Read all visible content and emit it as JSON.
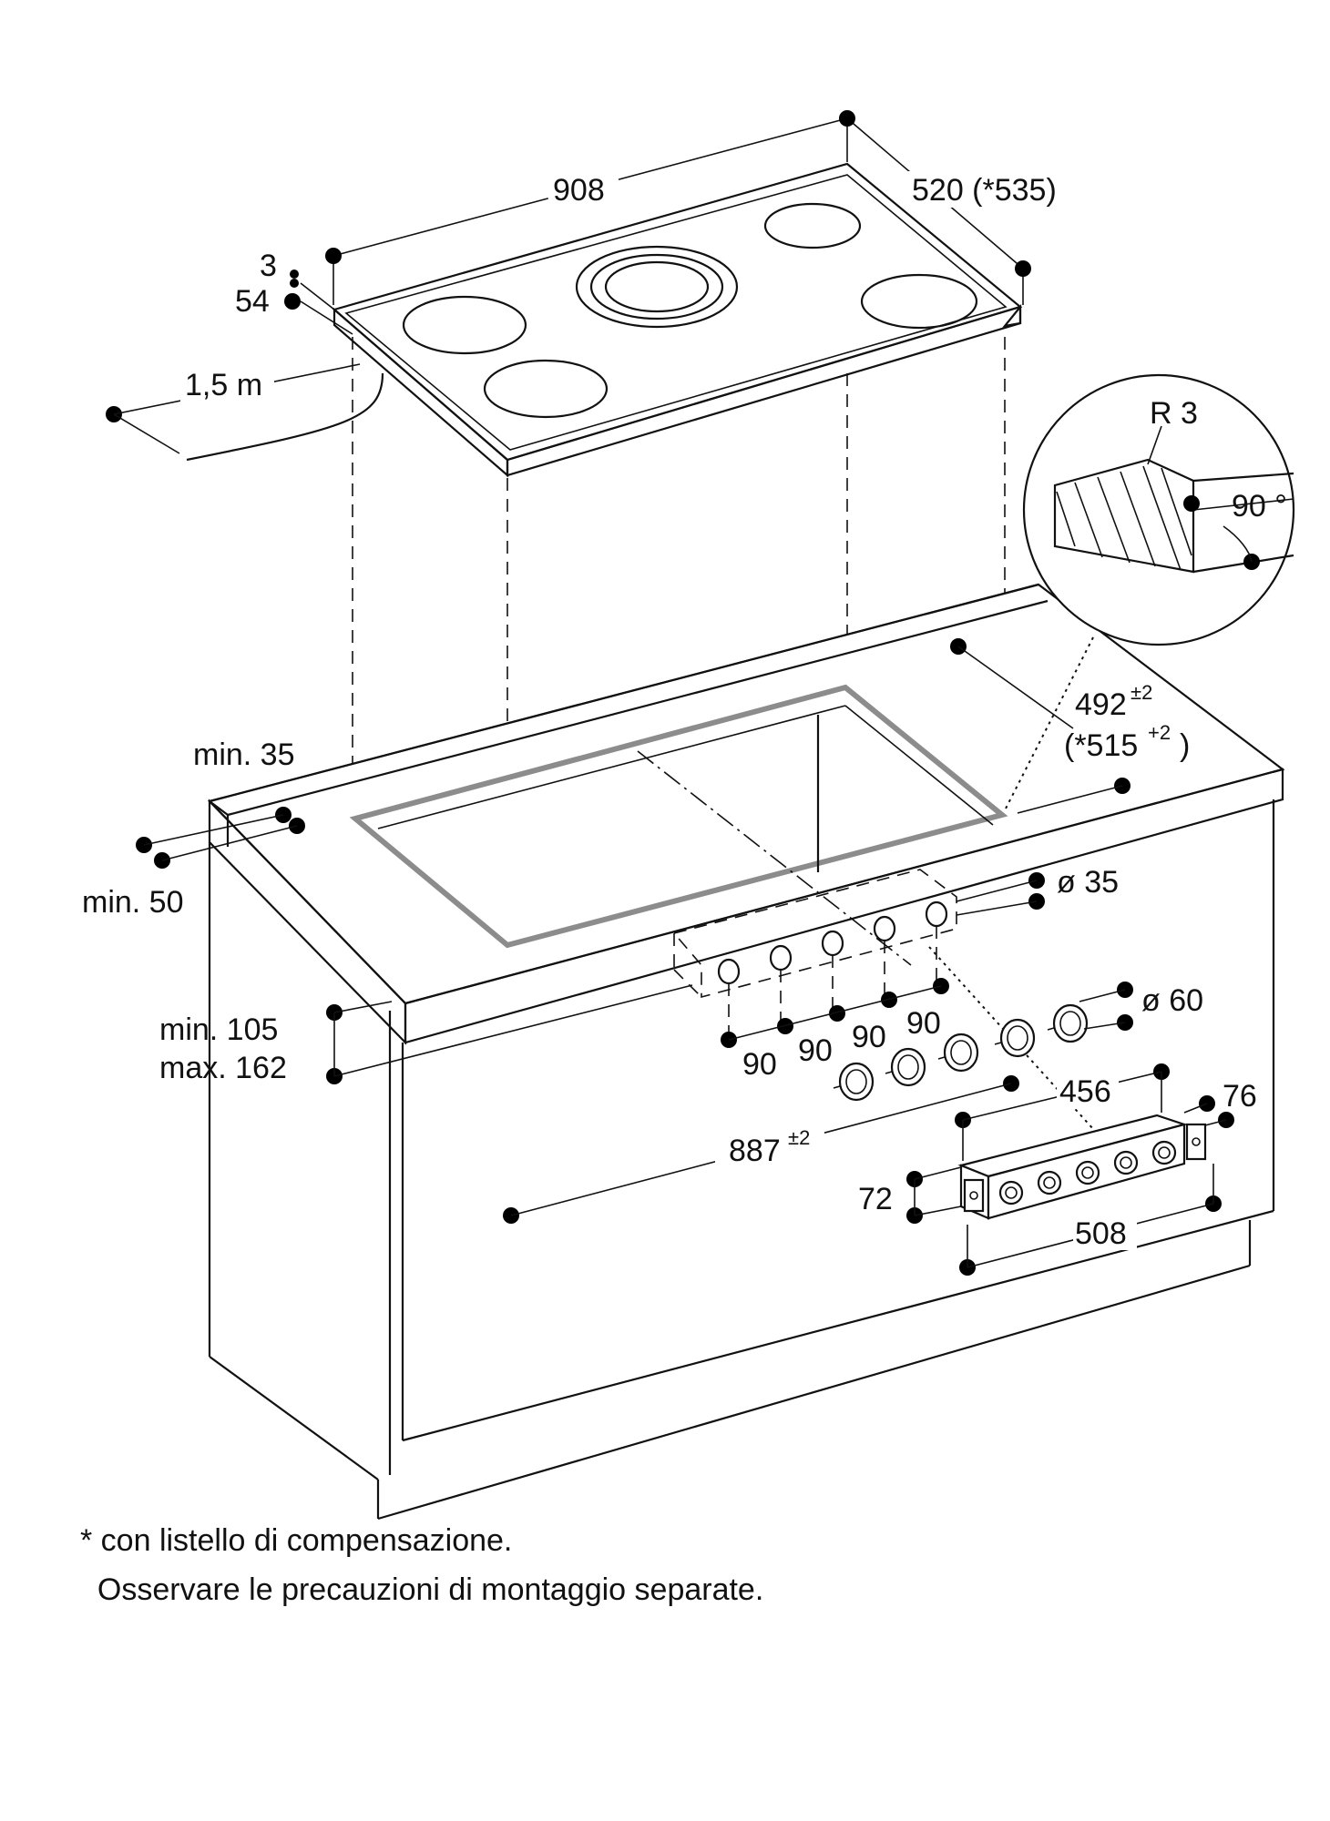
{
  "labels": {
    "hob_width": "908",
    "hob_depth": "520 (*535)",
    "glass_thickness": "3",
    "hob_height": "54",
    "cable_length": "1,5 m",
    "radius": "R 3",
    "angle": "90 °",
    "cutout_depth_main": "492",
    "cutout_depth_main_tol": "±2",
    "cutout_depth_alt_open": "(*515",
    "cutout_depth_alt_tol": "+2",
    "cutout_depth_alt_close": ")",
    "min_back_distance": "min. 35",
    "min_front_distance": "min. 50",
    "knob_hole_diameter": "ø 35",
    "knob_diameter": "ø 60",
    "spacing_1": "90",
    "spacing_2": "90",
    "spacing_3": "90",
    "spacing_4": "90",
    "front_min": "min. 105",
    "front_max": "max. 162",
    "cutout_width": "887",
    "cutout_width_tol": "±2",
    "panel_hole_span": "456",
    "panel_overall_width": "508",
    "panel_height": "72",
    "panel_depth": "76"
  },
  "footnote": {
    "line1": "* con listello di compensazione.",
    "line2": "  Osservare le precauzioni di montaggio separate."
  }
}
